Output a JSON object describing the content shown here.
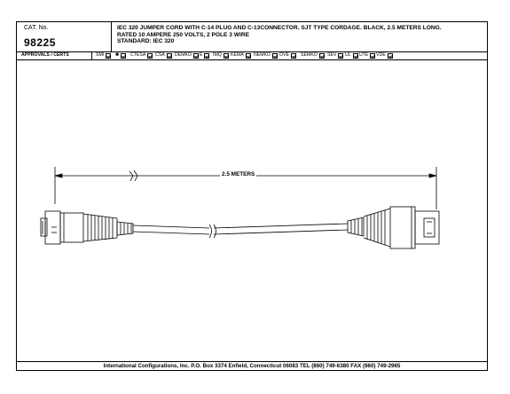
{
  "header": {
    "cat_label": "CAT. No.",
    "cat_number": "98225",
    "description_lines": [
      "IEC 320 JUMPER CORD WITH C-14 PLUG AND C-13CONNECTOR. SJT TYPE CORDAGE. BLACK, 2.5 METERS LONG.",
      "RATED 10 AMPERE 250 VOLTS, 2 POLE 3 WIRE",
      "STANDARD: IEC 320"
    ]
  },
  "approvals": {
    "title": "APPROVALS / CERTS",
    "items": [
      "SMI",
      "",
      "CTESA",
      "CSA",
      "DEMKO",
      "E",
      "IMQ",
      "KEMA",
      "NEMKO",
      "OVE",
      "SEMKO",
      "SEV",
      "UL",
      "UTE",
      "VDE"
    ]
  },
  "drawing": {
    "dimension_label": "2.5 METERS"
  },
  "footer": {
    "text": "International Configurations, Inc.  P.O. Box 3374  Enfield, Connecticut 06083 TEL (860) 749-6380  FAX (860) 749-2965"
  }
}
